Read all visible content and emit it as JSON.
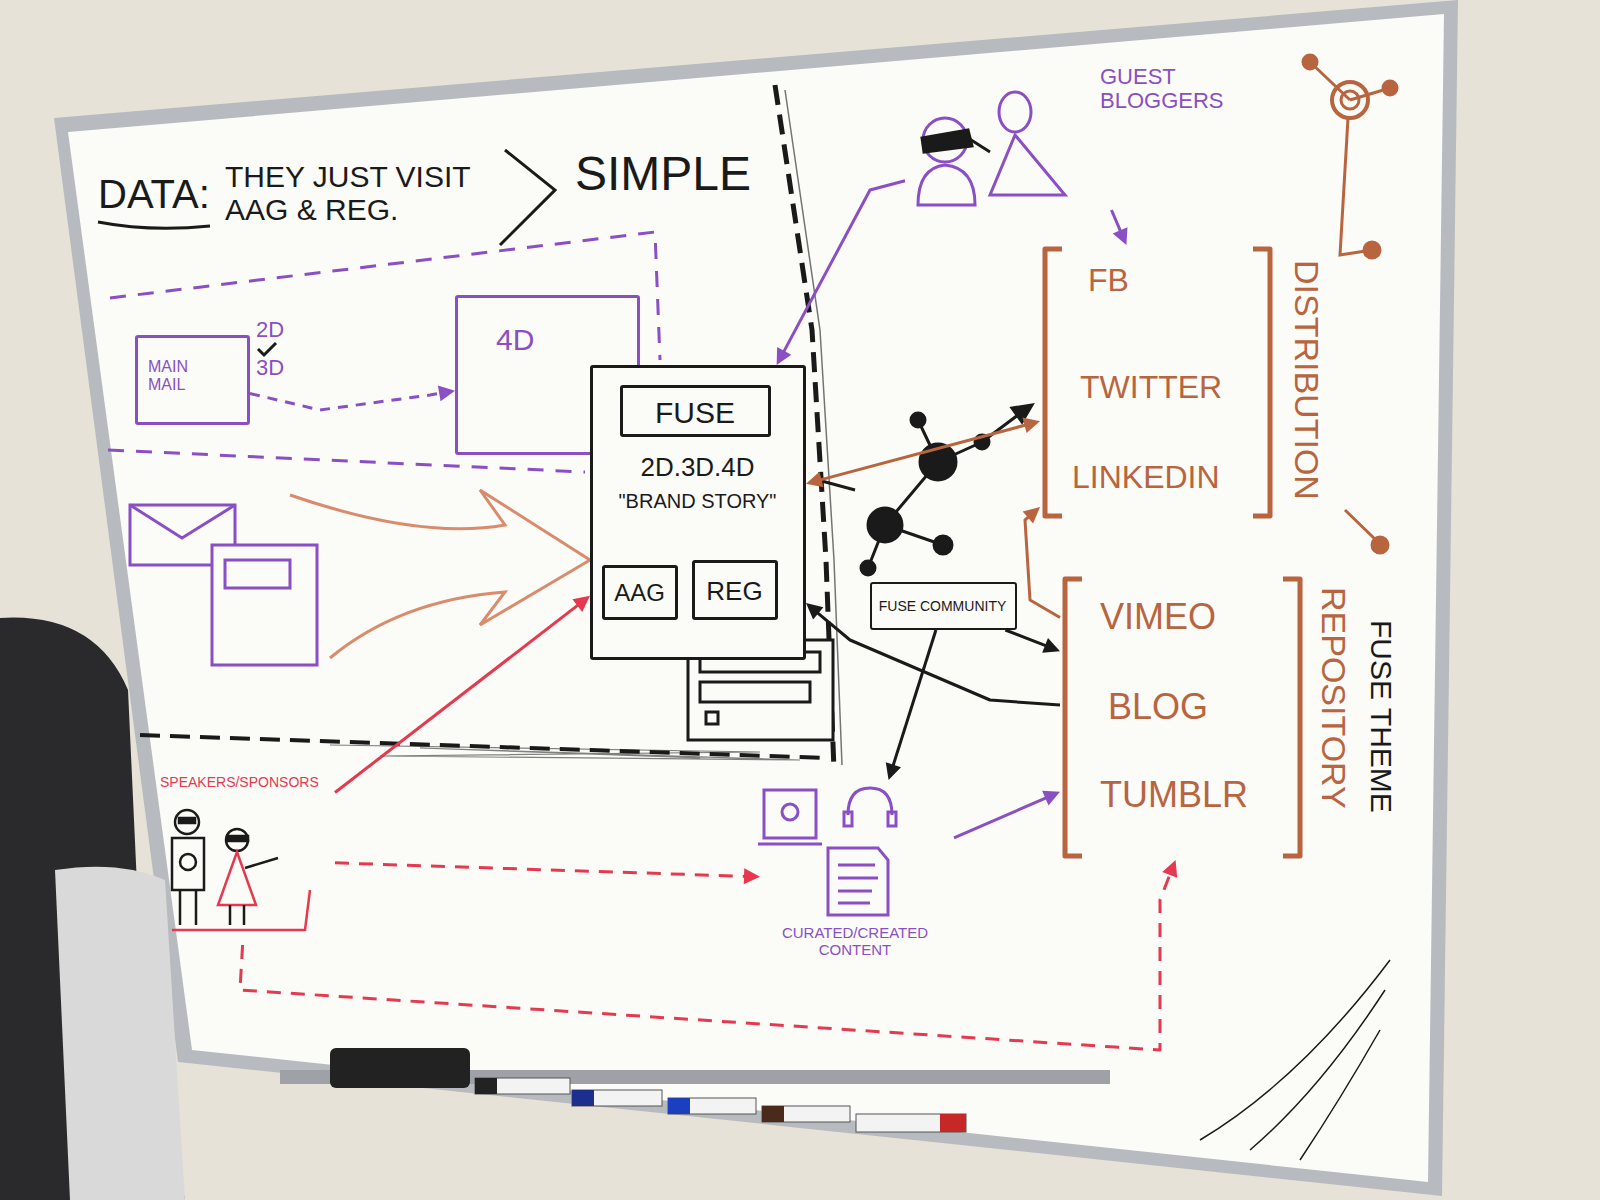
{
  "diagram": {
    "nodes": [
      {
        "text": [
          "MAIN MAIL"
        ]
      },
      {
        "text": [
          "4D"
        ]
      },
      {
        "text": [
          "2D.3D.4D",
          "\"BRAND STORY\""
        ]
      },
      {
        "text": [
          "FUSE"
        ],
        "in": 2
      },
      {
        "text": [
          "AAG"
        ],
        "in": 2
      },
      {
        "text": [
          "REG"
        ],
        "in": 2
      },
      {
        "text": [
          "FB",
          "TWITTER",
          "LINKEDIN",
          "DISTRIBUTION"
        ]
      },
      {
        "text": [
          "VIMEO",
          "BLOG",
          "TUMBLR",
          "REPOSITORY",
          "FUSE THEME"
        ]
      },
      {
        "text": [
          "FUSE COMMUNITY"
        ]
      },
      {
        "text": [
          "CURATED/CREATED CONTENT"
        ]
      },
      {
        "text": [
          "SPEAKERS/SPONSORS"
        ]
      },
      {
        "text": [
          "GUEST BLOGGERS"
        ]
      }
    ],
    "edges": [
      {
        "from": 0,
        "to": 1,
        "arrow": "to"
      },
      {
        "from": 10,
        "to": 2,
        "arrow": "to"
      },
      {
        "from": 10,
        "to": 9,
        "arrow": "to"
      },
      {
        "from": 10,
        "to": 7,
        "arrow": "to"
      },
      {
        "from": 11,
        "to": 2,
        "arrow": "to"
      },
      {
        "from": 11,
        "to": 6,
        "arrow": "to"
      },
      {
        "from": 2,
        "to": 6,
        "arrow": "both"
      },
      {
        "from": 8,
        "to": 7,
        "arrow": "to"
      },
      {
        "from": 8,
        "to": 9,
        "arrow": "to"
      },
      {
        "from": 7,
        "to": 2,
        "arrow": "to"
      },
      {
        "from": 9,
        "to": 7,
        "arrow": "to"
      },
      {
        "from": 7,
        "to": 6,
        "arrow": "to"
      }
    ],
    "labels": [
      "DATA:",
      "THEY JUST VISIT AAG & REG.",
      "SIMPLE",
      "2D",
      "3D"
    ]
  }
}
